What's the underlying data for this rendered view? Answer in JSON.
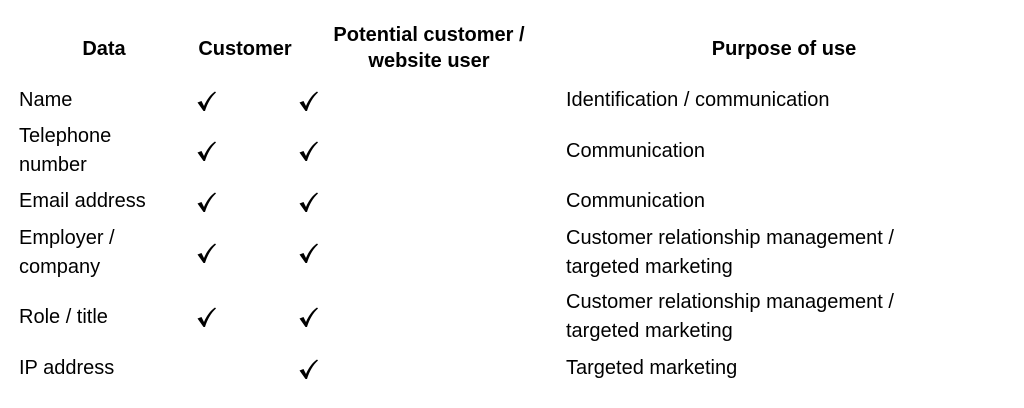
{
  "headers": {
    "data": "Data",
    "customer": "Customer",
    "potential": "Potential customer / website user",
    "purpose": "Purpose of use"
  },
  "rows": [
    {
      "data": "Name",
      "customer": true,
      "potential": true,
      "purpose": "Identification / communication"
    },
    {
      "data": "Telephone number",
      "customer": true,
      "potential": true,
      "purpose": "Communication"
    },
    {
      "data": "Email address",
      "customer": true,
      "potential": true,
      "purpose": "Communication"
    },
    {
      "data": "Employer / company",
      "customer": true,
      "potential": true,
      "purpose": "Customer relationship management / targeted marketing"
    },
    {
      "data": "Role / title",
      "customer": true,
      "potential": true,
      "purpose": "Customer relationship management / targeted marketing"
    },
    {
      "data": "IP address",
      "customer": false,
      "potential": true,
      "purpose": "Targeted marketing"
    }
  ],
  "icons": {
    "check": "check-icon"
  }
}
